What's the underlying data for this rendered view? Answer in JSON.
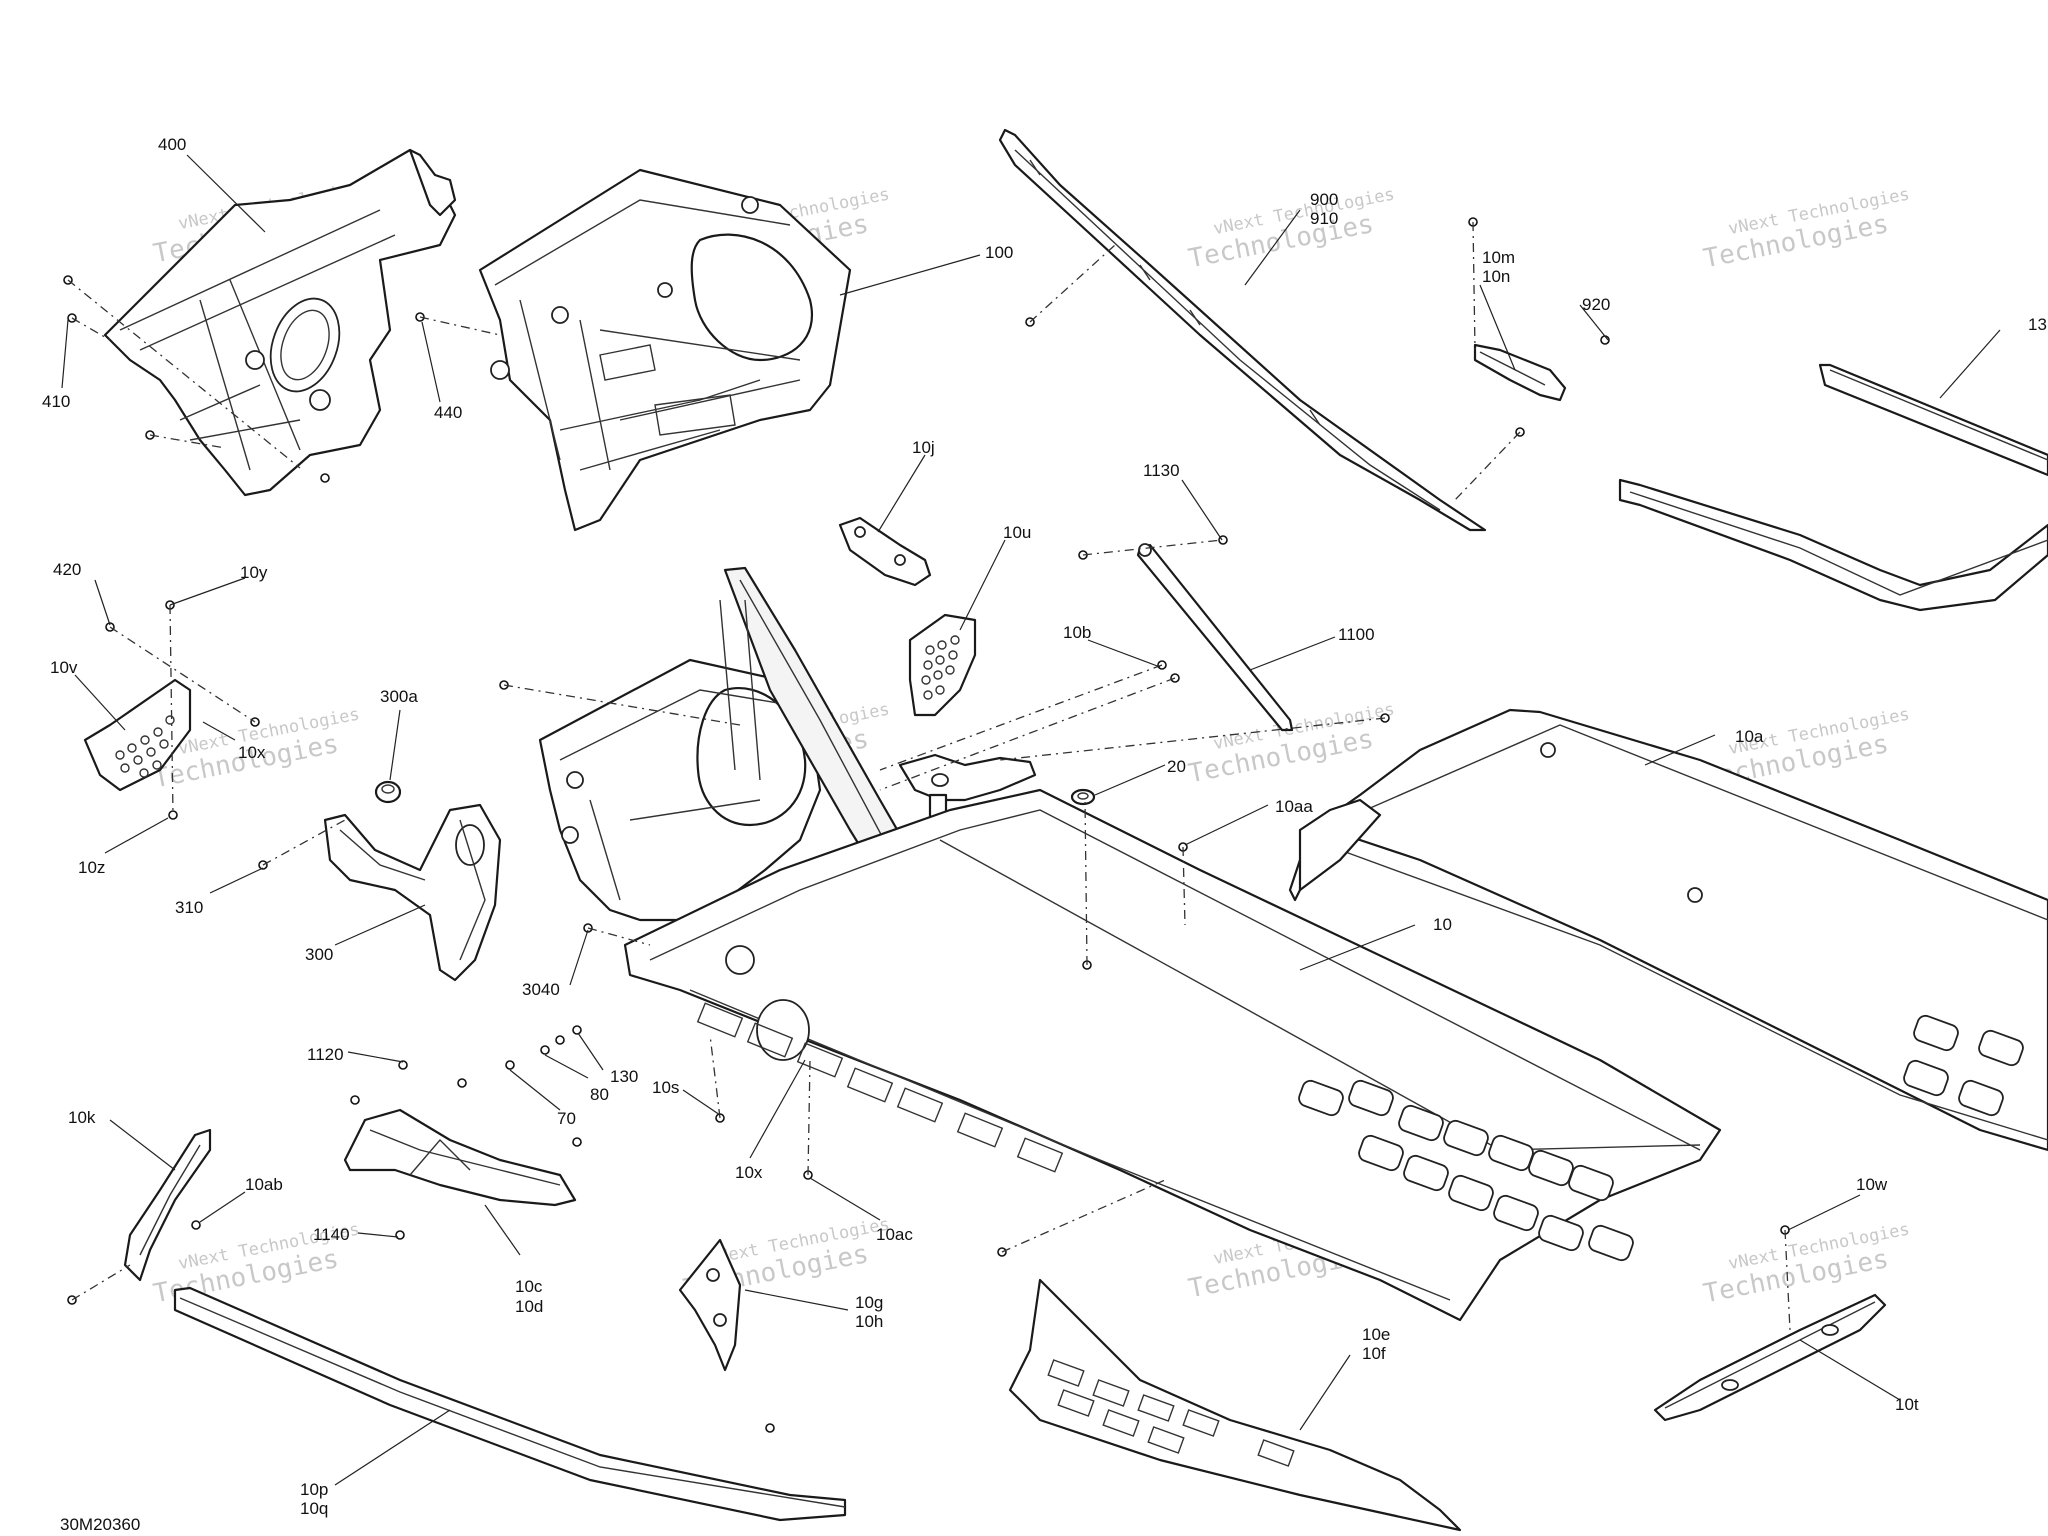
{
  "diagram": {
    "reference": "30M20360",
    "watermark_line1": "vNext Technologies",
    "watermark_line2": "Technologies",
    "callouts": [
      {
        "id": "c400",
        "text": "400"
      },
      {
        "id": "c410",
        "text": "410"
      },
      {
        "id": "c440",
        "text": "440"
      },
      {
        "id": "c100",
        "text": "100"
      },
      {
        "id": "c900",
        "text": "900"
      },
      {
        "id": "c910",
        "text": "910"
      },
      {
        "id": "c10m",
        "text": "10m"
      },
      {
        "id": "c10n",
        "text": "10n"
      },
      {
        "id": "c920",
        "text": "920"
      },
      {
        "id": "c13",
        "text": "13"
      },
      {
        "id": "c10j",
        "text": "10j"
      },
      {
        "id": "c10u",
        "text": "10u"
      },
      {
        "id": "c1130",
        "text": "1130"
      },
      {
        "id": "c420",
        "text": "420"
      },
      {
        "id": "c10y",
        "text": "10y"
      },
      {
        "id": "c10v",
        "text": "10v"
      },
      {
        "id": "c10x_a",
        "text": "10x"
      },
      {
        "id": "c10z",
        "text": "10z"
      },
      {
        "id": "c300a",
        "text": "300a"
      },
      {
        "id": "c310",
        "text": "310"
      },
      {
        "id": "c300",
        "text": "300"
      },
      {
        "id": "c10b",
        "text": "10b"
      },
      {
        "id": "c1100",
        "text": "1100"
      },
      {
        "id": "c20",
        "text": "20"
      },
      {
        "id": "c10aa",
        "text": "10aa"
      },
      {
        "id": "c10a",
        "text": "10a"
      },
      {
        "id": "c10",
        "text": "10"
      },
      {
        "id": "c3040",
        "text": "3040"
      },
      {
        "id": "c1120",
        "text": "1120"
      },
      {
        "id": "c130",
        "text": "130"
      },
      {
        "id": "c80",
        "text": "80"
      },
      {
        "id": "c70",
        "text": "70"
      },
      {
        "id": "c10s",
        "text": "10s"
      },
      {
        "id": "c10x_b",
        "text": "10x"
      },
      {
        "id": "c10k",
        "text": "10k"
      },
      {
        "id": "c10ab",
        "text": "10ab"
      },
      {
        "id": "c1140",
        "text": "1140"
      },
      {
        "id": "c10c",
        "text": "10c"
      },
      {
        "id": "c10d",
        "text": "10d"
      },
      {
        "id": "c10ac",
        "text": "10ac"
      },
      {
        "id": "c10g",
        "text": "10g"
      },
      {
        "id": "c10h",
        "text": "10h"
      },
      {
        "id": "c10e",
        "text": "10e"
      },
      {
        "id": "c10f",
        "text": "10f"
      },
      {
        "id": "c10w",
        "text": "10w"
      },
      {
        "id": "c10t",
        "text": "10t"
      },
      {
        "id": "c10p",
        "text": "10p"
      },
      {
        "id": "c10q",
        "text": "10q"
      }
    ]
  }
}
